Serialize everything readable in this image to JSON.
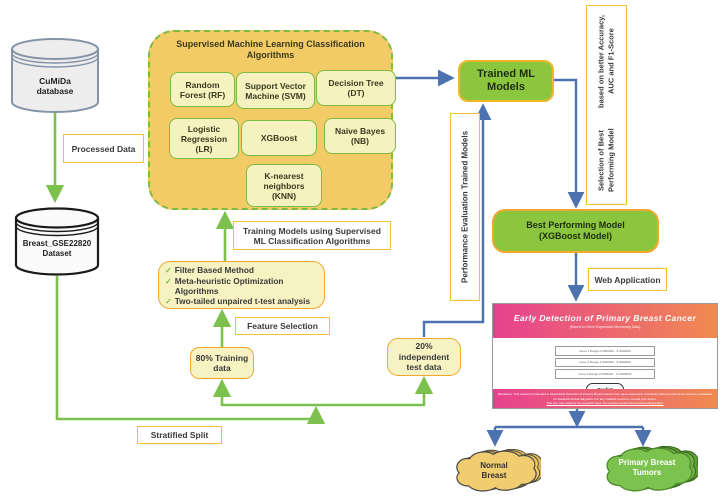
{
  "colors": {
    "green_line": "#7cc14e",
    "blue_line": "#4c72b0",
    "label_border": "#f2c230",
    "node_border": "#f0a830",
    "node_fill": "#f7f2c2",
    "big_box_fill": "#f2cb66",
    "big_box_border": "#7dbb42",
    "green_node_fill": "#8cc63e",
    "trained_border": "#efb829",
    "webapp_gradient_left": "#e7418f",
    "webapp_gradient_right": "#f08a52",
    "normal_cloud_fill": "#f2cd6f",
    "tumor_cloud_fill": "#7cc24f"
  },
  "cumida": {
    "line1": "CuMiDa",
    "line2": "database"
  },
  "breast_dataset": {
    "line1": "Breast_GSE22820",
    "line2": "Dataset"
  },
  "labels": {
    "processed_data": "Processed Data",
    "stratified_split": "Stratified Split",
    "feature_selection": "Feature Selection",
    "training_models": "Training Models using Supervised ML Classification Algorithms",
    "web_application": "Web Application",
    "performance_evaluation": "Performance Evaluation Trained Models",
    "selection_line1": "Selection of Best Performing Model",
    "selection_line2": "based on better Accuracy, AUC and F1-Score"
  },
  "supervised": {
    "title": "Supervised Machine Learning Classification Algorithms",
    "algorithms": [
      "Random Forest (RF)",
      "Support Vector Machine (SVM)",
      "Decision Tree (DT)",
      "Logistic Regression (LR)",
      "XGBoost",
      "Naive Bayes (NB)",
      "K-nearest neighbors (KNN)"
    ]
  },
  "feature_box": {
    "check": "✓",
    "items": [
      "Filter Based Method",
      "Meta-heuristic Optimization Algorithms",
      "Two-tailed unpaired t-test analysis"
    ]
  },
  "splits": {
    "training": "80% Training data",
    "test_line1": "20%",
    "test_line2": "independent",
    "test_line3": "test data"
  },
  "trained_models": "Trained ML Models",
  "best_model": {
    "line1": "Best Performing Model",
    "line2": "(XGBoost Model)"
  },
  "webapp": {
    "title": "Early Detection of Primary Breast Cancer",
    "subtitle": "(Based on Gene Expression Microarray Data)",
    "fields": [
      "Gene 1 Range 0.0000000 - 9.0000000",
      "Gene 2 Range 4.0000000 - 9.0000000",
      "Gene 3 Range 3.0000000 - 11.0000000"
    ],
    "predict_button": "Predict",
    "footer_line1": "Disclaimer: This webtool is intended to assist Early Detection of Primary Breast Cancer from gene expression microarray data and cannot be used as a substitute for standard clinical diagnosis. For any medical concerns, consult your doctor.",
    "footer_line2": "This app was made by the research team. For queries contact the corresponding author."
  },
  "outcomes": {
    "normal_line1": "Normal",
    "normal_line2": "Breast",
    "tumor_line1": "Primary Breast",
    "tumor_line2": "Tumors"
  }
}
